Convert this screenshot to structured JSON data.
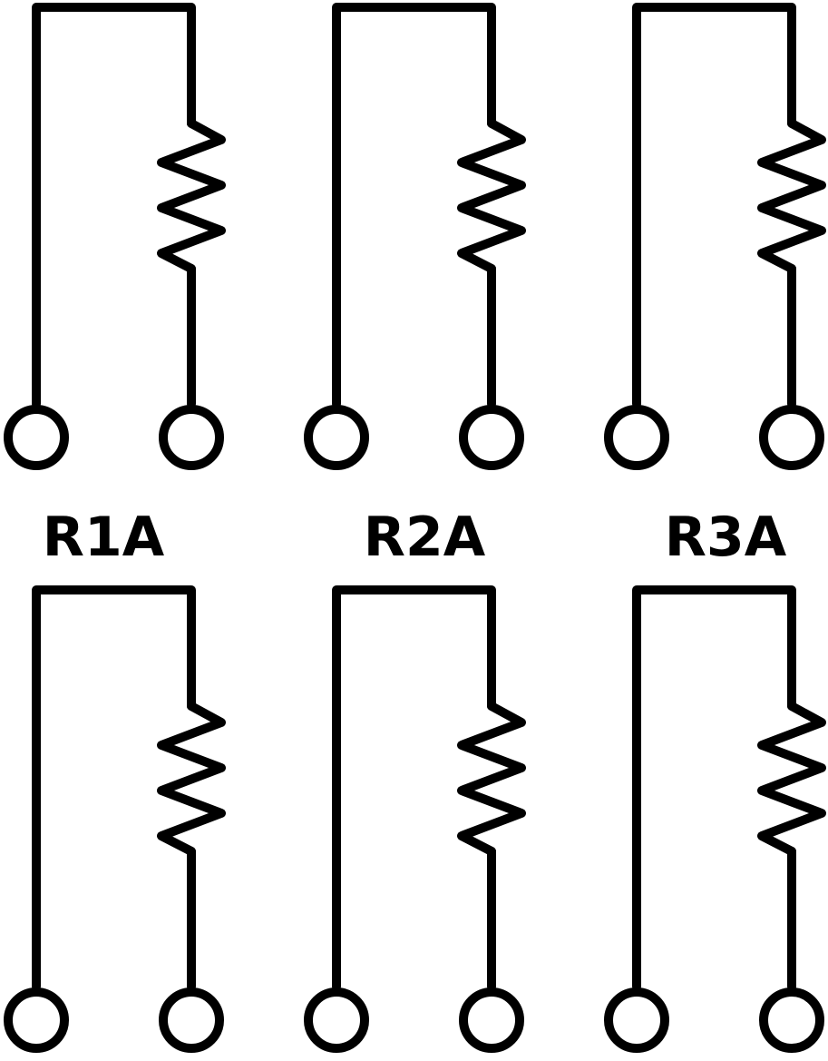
{
  "colors": {
    "stroke": "#000000",
    "terminal_fill": "#ffffff",
    "label": "#000000",
    "background": "#ffffff"
  },
  "labels": [
    "R1A",
    "R2A",
    "R3A"
  ],
  "circuits": [
    {
      "name": "circuit-r1a-top",
      "components": [
        "wire",
        "resistor",
        "terminal-left",
        "terminal-right"
      ]
    },
    {
      "name": "circuit-r2a-top",
      "components": [
        "wire",
        "resistor",
        "terminal-left",
        "terminal-right"
      ]
    },
    {
      "name": "circuit-r3a-top",
      "components": [
        "wire",
        "resistor",
        "terminal-left",
        "terminal-right"
      ]
    },
    {
      "name": "circuit-r1a-bottom",
      "components": [
        "wire",
        "resistor",
        "terminal-left",
        "terminal-right"
      ]
    },
    {
      "name": "circuit-r2a-bottom",
      "components": [
        "wire",
        "resistor",
        "terminal-left",
        "terminal-right"
      ]
    },
    {
      "name": "circuit-r3a-bottom",
      "components": [
        "wire",
        "resistor",
        "terminal-left",
        "terminal-right"
      ]
    }
  ]
}
